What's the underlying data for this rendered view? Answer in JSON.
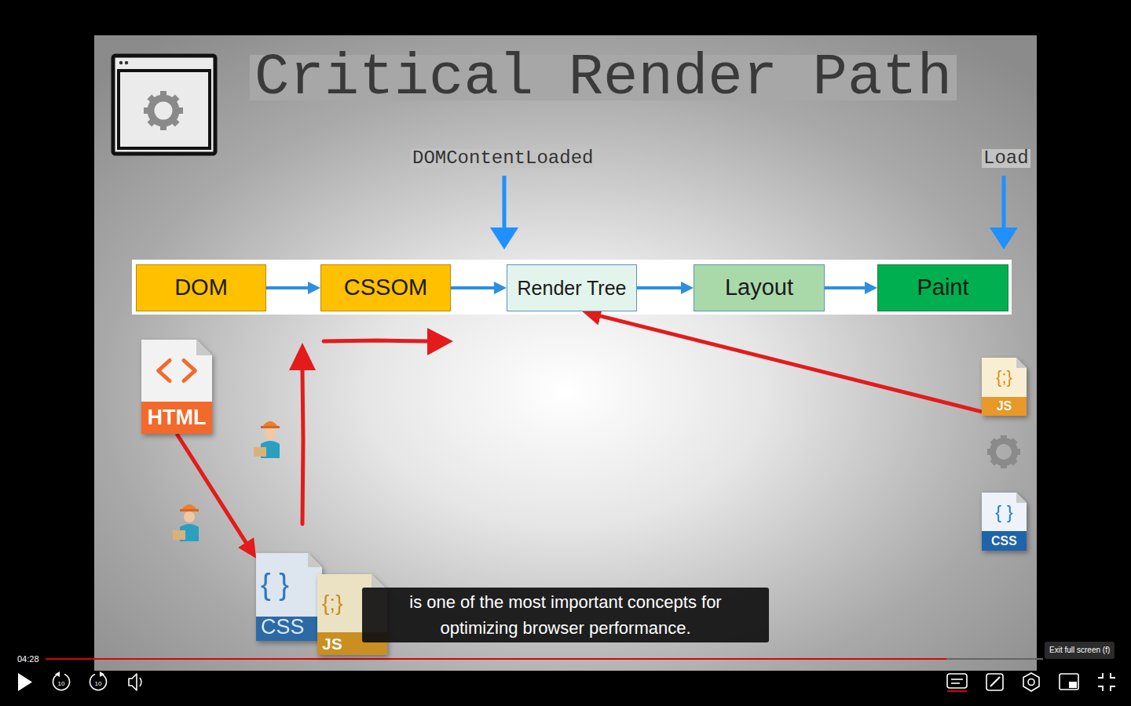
{
  "diagram": {
    "title": "Critical Render Path",
    "nodes": [
      {
        "text": [
          "DOM"
        ]
      },
      {
        "text": [
          "CSSOM"
        ]
      },
      {
        "text": [
          "Render Tree"
        ]
      },
      {
        "text": [
          "Layout"
        ]
      },
      {
        "text": [
          "Paint"
        ]
      },
      {
        "text": [
          "HTML"
        ]
      },
      {
        "text": [
          "{;}",
          "JS"
        ]
      },
      {
        "text": [
          "{ }",
          "CSS"
        ]
      },
      {
        "text": [
          "{ }",
          "CSS"
        ]
      },
      {
        "text": [
          "{;}",
          "JS"
        ]
      }
    ],
    "edges": [
      {
        "from": 0,
        "to": 1,
        "arrow": "to"
      },
      {
        "from": 1,
        "to": 2,
        "arrow": "to"
      },
      {
        "from": 2,
        "to": 3,
        "arrow": "to"
      },
      {
        "from": 3,
        "to": 4,
        "arrow": "to"
      },
      {
        "from": 5,
        "to": 8,
        "arrow": "to"
      },
      {
        "from": 6,
        "to": 2,
        "arrow": "to"
      }
    ],
    "labels": [
      "DOMContentLoaded",
      "Load",
      "is one of the most important concepts for optimizing browser performance.",
      "04:28",
      "10",
      "10",
      "Exit full screen (f)"
    ]
  }
}
